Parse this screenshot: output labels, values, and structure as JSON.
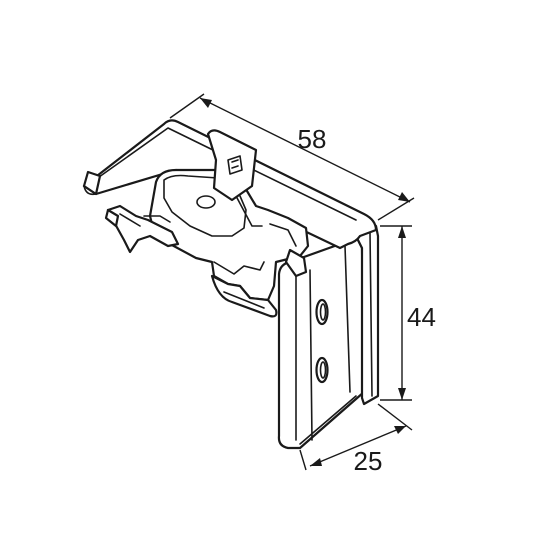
{
  "dimensions": {
    "width_label": "58",
    "height_label": "44",
    "depth_label": "25"
  },
  "colors": {
    "line": "#1a1a1a",
    "background": "#ffffff"
  }
}
